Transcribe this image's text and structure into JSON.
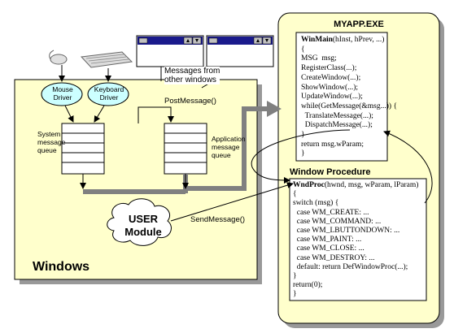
{
  "devices": {
    "mouse_driver": "Mouse\nDriver",
    "keyboard_driver": "Keyboard\nDriver"
  },
  "windows_area": {
    "title": "Windows",
    "system_queue_label": "System\nmessage\nqueue",
    "app_queue_label": "Application\nmessage\nqueue",
    "postmessage_label": "PostMessage()",
    "sendmessage_label": "SendMessage()",
    "messages_label": "Messages from\nother windows",
    "user_module_label": "USER\nModule"
  },
  "myapp": {
    "title": "MYAPP.EXE",
    "winmain_lines": [
      {
        "bold": "WinMain",
        "rest": "(hInst, hPrev, ...)"
      },
      {
        "bold": "",
        "rest": "{"
      },
      {
        "bold": "",
        "rest": "MSG  msg;"
      },
      {
        "bold": "",
        "rest": "RegisterClass(...);"
      },
      {
        "bold": "",
        "rest": "CreateWindow(...);"
      },
      {
        "bold": "",
        "rest": "ShowWindow(...);"
      },
      {
        "bold": "",
        "rest": "UpdateWindow(...);"
      },
      {
        "bold": "",
        "rest": "while(GetMessage(&msg...)) {"
      },
      {
        "bold": "",
        "rest": "  TranslateMessage(...);"
      },
      {
        "bold": "",
        "rest": "  DispatchMessage(...);"
      },
      {
        "bold": "",
        "rest": "}"
      },
      {
        "bold": "",
        "rest": "return msg.wParam;"
      },
      {
        "bold": "",
        "rest": "}"
      }
    ],
    "window_procedure_title": "Window  Procedure",
    "wndproc_lines": [
      {
        "bold": "WndProc",
        "rest": "(hwnd, msg, wParam, lParam)"
      },
      {
        "bold": "",
        "rest": "{"
      },
      {
        "bold": "",
        "rest": "switch (msg) {"
      },
      {
        "bold": "",
        "rest": "  case WM_CREATE: ..."
      },
      {
        "bold": "",
        "rest": "  case WM_COMMAND: ..."
      },
      {
        "bold": "",
        "rest": "  case WM_LBUTTONDOWN: ..."
      },
      {
        "bold": "",
        "rest": "  case WM_PAINT: ..."
      },
      {
        "bold": "",
        "rest": "  case WM_CLOSE: ..."
      },
      {
        "bold": "",
        "rest": "  case WM_DESTROY: ..."
      },
      {
        "bold": "",
        "rest": "  default: return DefWindowProc(...);"
      },
      {
        "bold": "",
        "rest": "}"
      },
      {
        "bold": "",
        "rest": "return(0);"
      },
      {
        "bold": "",
        "rest": "}"
      }
    ]
  },
  "colors": {
    "windows_fill": "#ffffcc",
    "myapp_fill": "#ffffcc",
    "driver_fill": "#ccffff",
    "arrow_gray": "#808080",
    "titlebar": "#1a1a8c"
  }
}
